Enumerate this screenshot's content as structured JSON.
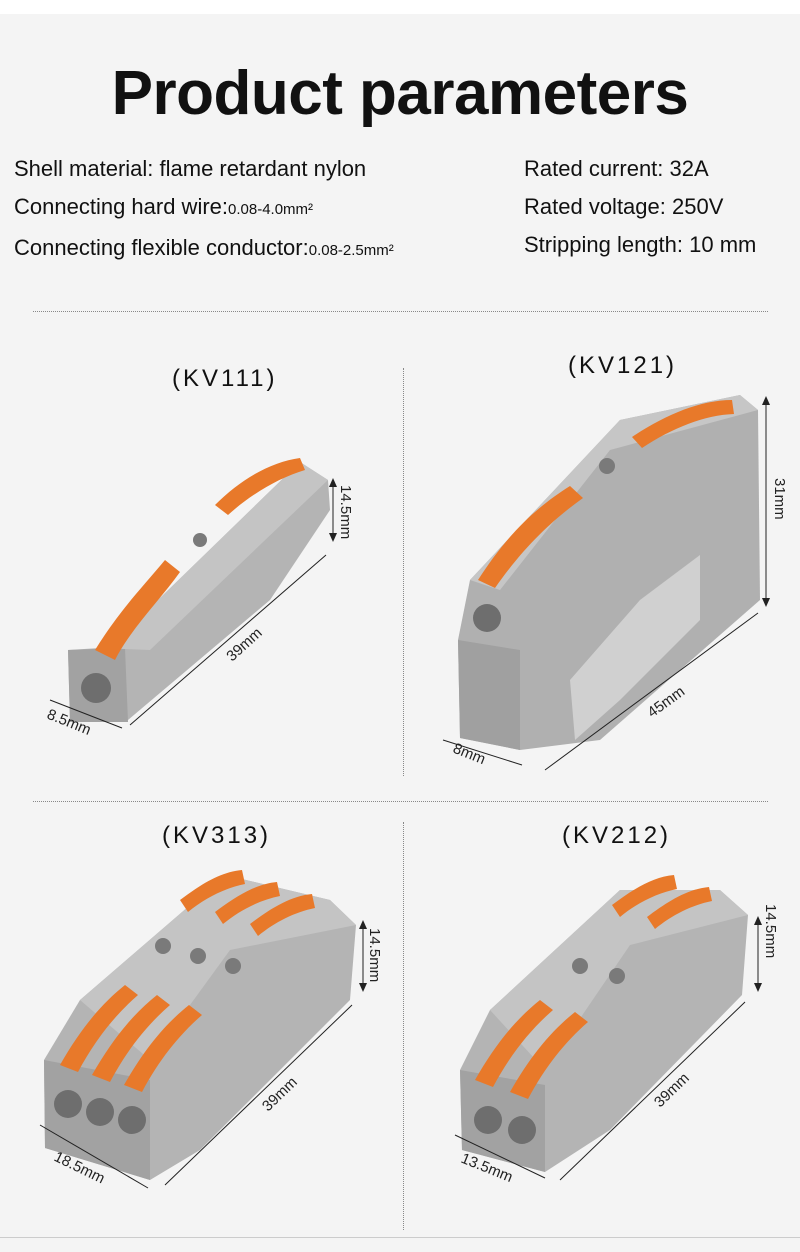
{
  "title": "Product parameters",
  "specs_left": [
    {
      "label": "Shell material: flame retardant nylon",
      "value": ""
    },
    {
      "label": "Connecting hard wire:",
      "value": "0.08-4.0mm²"
    },
    {
      "label": "Connecting flexible conductor:",
      "value": "0.08-2.5mm²"
    }
  ],
  "specs_right": [
    {
      "label": "Rated current: 32A"
    },
    {
      "label": "Rated voltage: 250V"
    },
    {
      "label": "Stripping length: 10 mm"
    }
  ],
  "products": [
    {
      "model": "(KV111)",
      "height": "14.5mm",
      "length": "39mm",
      "width": "8.5mm"
    },
    {
      "model": "(KV121)",
      "height": "31mm",
      "length": "45mm",
      "width": "8mm"
    },
    {
      "model": "(KV313)",
      "height": "14.5mm",
      "length": "39mm",
      "width": "18.5mm"
    },
    {
      "model": "(KV212)",
      "height": "14.5mm",
      "length": "39mm",
      "width": "13.5mm"
    }
  ],
  "colors": {
    "shell": "#a9a9a9",
    "shell_light": "#c2c2c2",
    "shell_dark": "#8e8e8e",
    "lever": "#e8792a",
    "lever_dark": "#c85c14"
  }
}
